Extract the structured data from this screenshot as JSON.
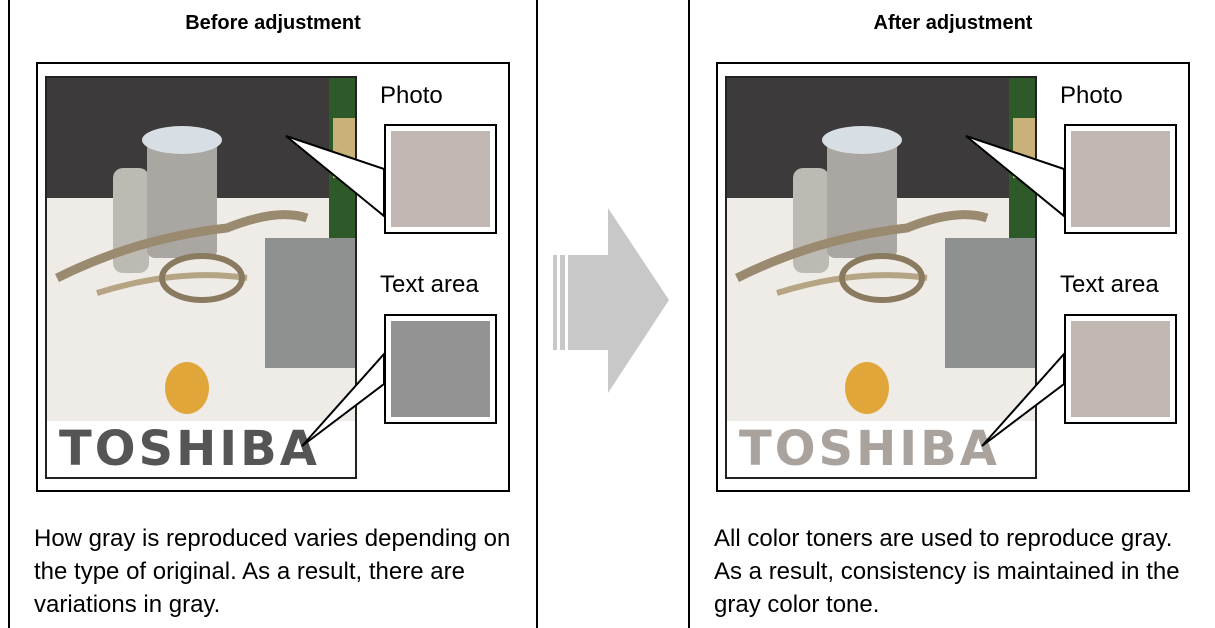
{
  "before": {
    "title": "Before adjustment",
    "photo_label": "Photo",
    "text_label": "Text area",
    "logo": "TOSHIBA",
    "caption": "How gray is reproduced varies depending on the type of original. As a result, there are variations in gray.",
    "photo_swatch_color": "#c0b7b3",
    "text_swatch_color": "#939393",
    "logo_color": "#555555"
  },
  "after": {
    "title": "After adjustment",
    "photo_label": "Photo",
    "text_label": "Text area",
    "logo": "TOSHIBA",
    "caption": "All color toners are used to reproduce gray. As a result, consistency is maintained in the gray color tone.",
    "photo_swatch_color": "#c0b7b3",
    "text_swatch_color": "#c0b7b3",
    "logo_color": "#aaa29d"
  },
  "arrow_color": "#c8c8c8"
}
